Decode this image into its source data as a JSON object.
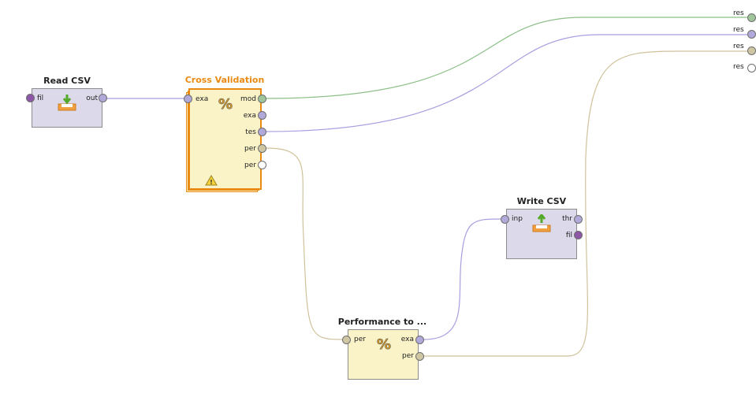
{
  "operators": {
    "read_csv": {
      "title": "Read CSV",
      "ports_in": [
        "fil"
      ],
      "ports_out": [
        "out"
      ],
      "icon": "read-csv-icon"
    },
    "cross_validation": {
      "title": "Cross Validation",
      "ports_in": [
        "exa"
      ],
      "ports_out": [
        "mod",
        "exa",
        "tes",
        "per",
        "per"
      ],
      "icon": "percent-icon",
      "badge_icon": "warning-icon"
    },
    "write_csv": {
      "title": "Write CSV",
      "ports_in": [
        "inp"
      ],
      "ports_out": [
        "thr",
        "fil"
      ],
      "icon": "write-csv-icon"
    },
    "performance_to": {
      "title": "Performance to ...",
      "ports_in": [
        "per"
      ],
      "ports_out": [
        "exa",
        "per"
      ],
      "icon": "percent-icon"
    }
  },
  "result_ports": [
    "res",
    "res",
    "res",
    "res"
  ],
  "colors": {
    "selected_border": "#e98a12",
    "wire_green": "#8bbf86",
    "wire_purple": "#a89ee0",
    "wire_tan": "#cfc29a"
  }
}
